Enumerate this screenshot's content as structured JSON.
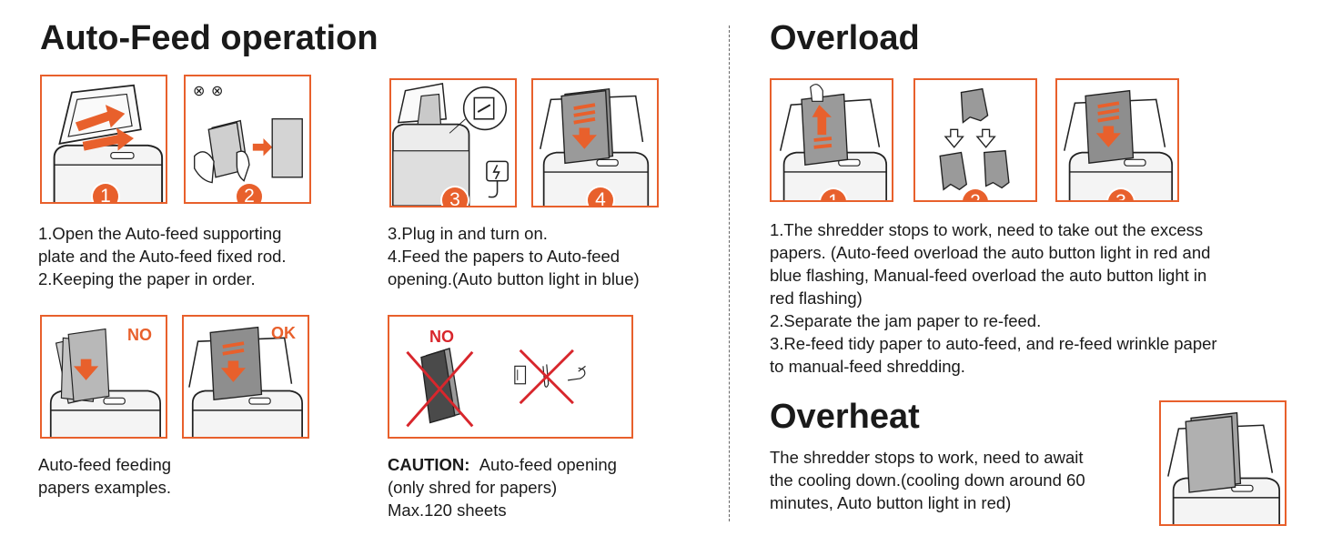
{
  "colors": {
    "accent": "#e8602c",
    "no": "#d8262c",
    "text": "#1a1a1a",
    "paper": "#bdbdbd"
  },
  "auto_feed": {
    "title": "Auto-Feed operation",
    "step_numbers": [
      "1",
      "2",
      "3",
      "4"
    ],
    "icons": {
      "no_stapler": "⊗",
      "no_clip": "⊗"
    },
    "text_steps_1_2": [
      "1.Open the Auto-feed supporting",
      "plate and the Auto-feed fixed rod.",
      "2.Keeping the paper in order."
    ],
    "text_steps_3_4": [
      "3.Plug in and turn on.",
      "4.Feed the papers to Auto-feed",
      "opening.(Auto button light in blue)"
    ],
    "example_no_label": "NO",
    "example_ok_label": "OK",
    "examples_text": [
      "Auto-feed feeding",
      "papers examples."
    ],
    "caution_box_no_label": "NO",
    "caution_label": "CAUTION:",
    "caution_text": "Auto-feed opening",
    "caution_lines": [
      "(only shred for papers)",
      "Max.120 sheets"
    ]
  },
  "overload": {
    "title": "Overload",
    "step_numbers": [
      "1",
      "2",
      "3"
    ],
    "text": [
      "1.The shredder stops to work, need to take out the excess",
      "papers. (Auto-feed overload the auto button light in red and",
      "blue flashing, Manual-feed overload the auto button light in",
      "red flashing)",
      "2.Separate the jam paper to re-feed.",
      "3.Re-feed tidy paper to auto-feed, and re-feed wrinkle paper",
      "to manual-feed shredding."
    ]
  },
  "overheat": {
    "title": "Overheat",
    "text": [
      "The shredder stops to work, need to await",
      "the cooling down.(cooling down around 60",
      "minutes, Auto button light in red)"
    ]
  }
}
